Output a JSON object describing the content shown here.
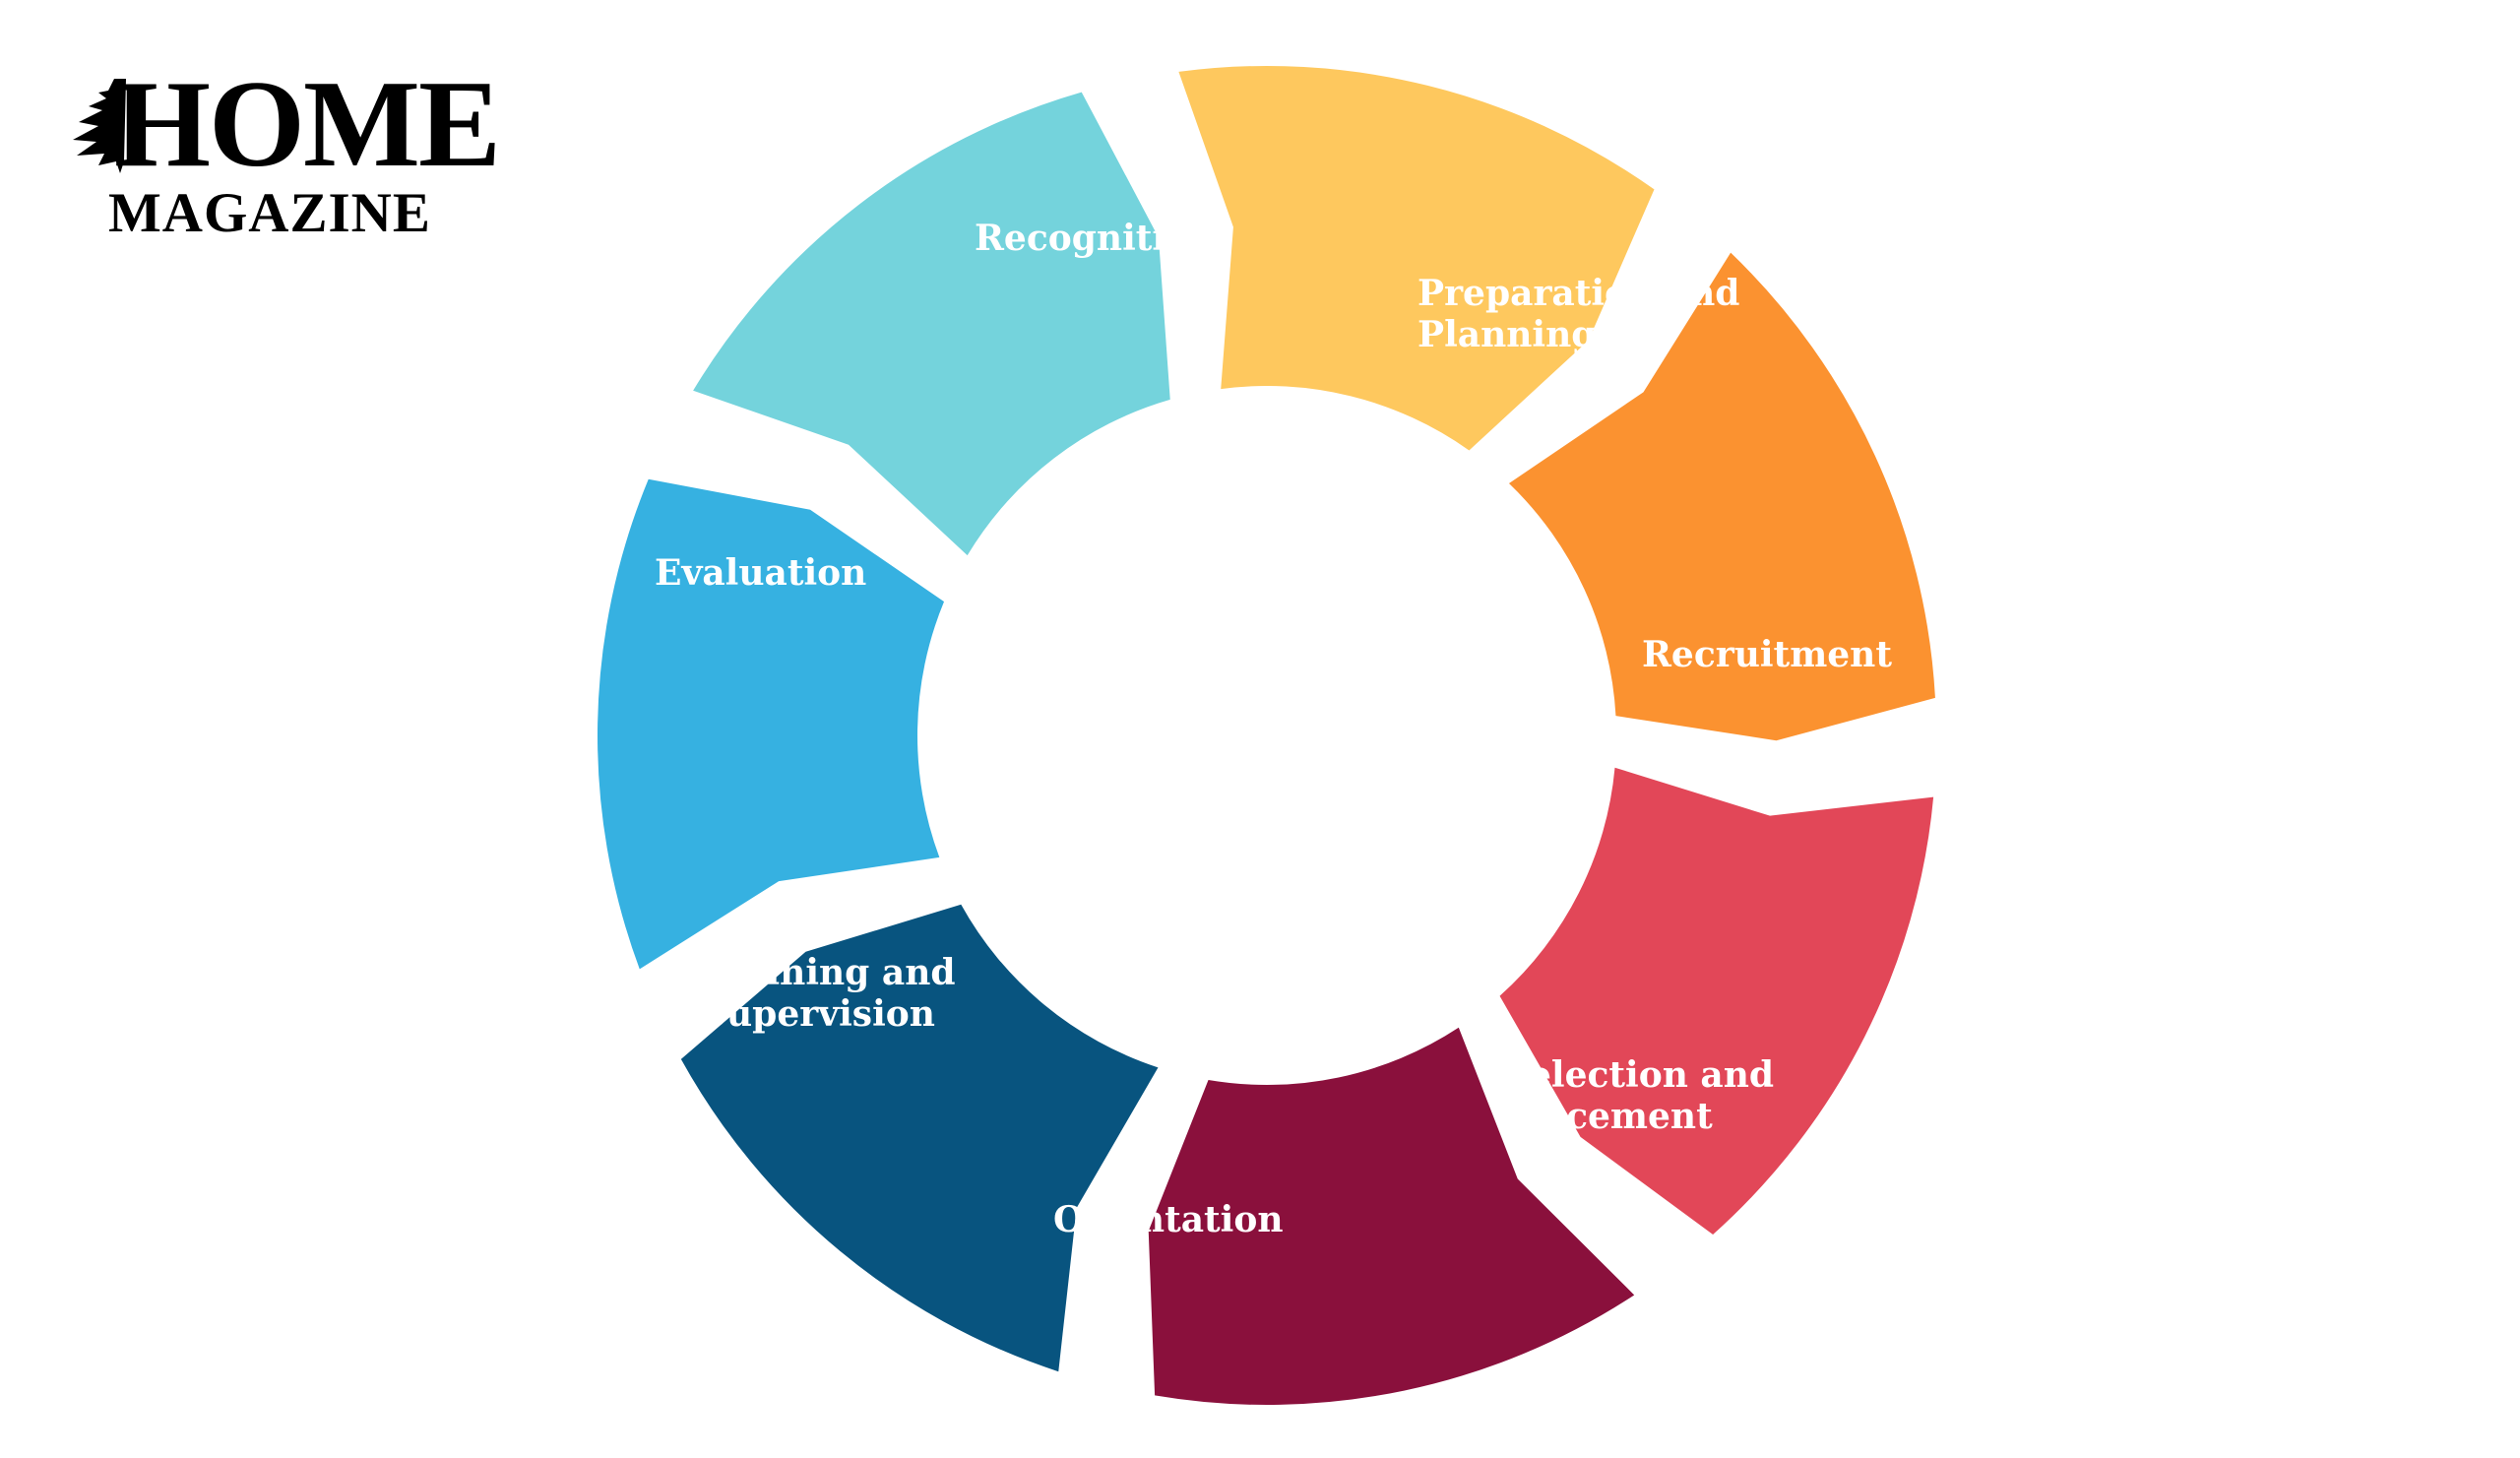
{
  "logo": {
    "line1": "HOME",
    "line2": "MAGAZINE",
    "emblem": "cedar-tree-icon"
  },
  "cycle": {
    "steps": [
      {
        "lines": [
          "Recognition"
        ],
        "color": "#74D3DC"
      },
      {
        "lines": [
          "Preparation and",
          "Planning"
        ],
        "color": "#FEC85E"
      },
      {
        "lines": [
          "Recruitment"
        ],
        "color": "#FB9230"
      },
      {
        "lines": [
          "Selection and",
          "Placement"
        ],
        "color": "#E24758"
      },
      {
        "lines": [
          "Orientation"
        ],
        "color": "#8A103C"
      },
      {
        "lines": [
          "Training and",
          "Supervision"
        ],
        "color": "#08547F"
      },
      {
        "lines": [
          "Evaluation"
        ],
        "color": "#36B1E1"
      }
    ]
  }
}
